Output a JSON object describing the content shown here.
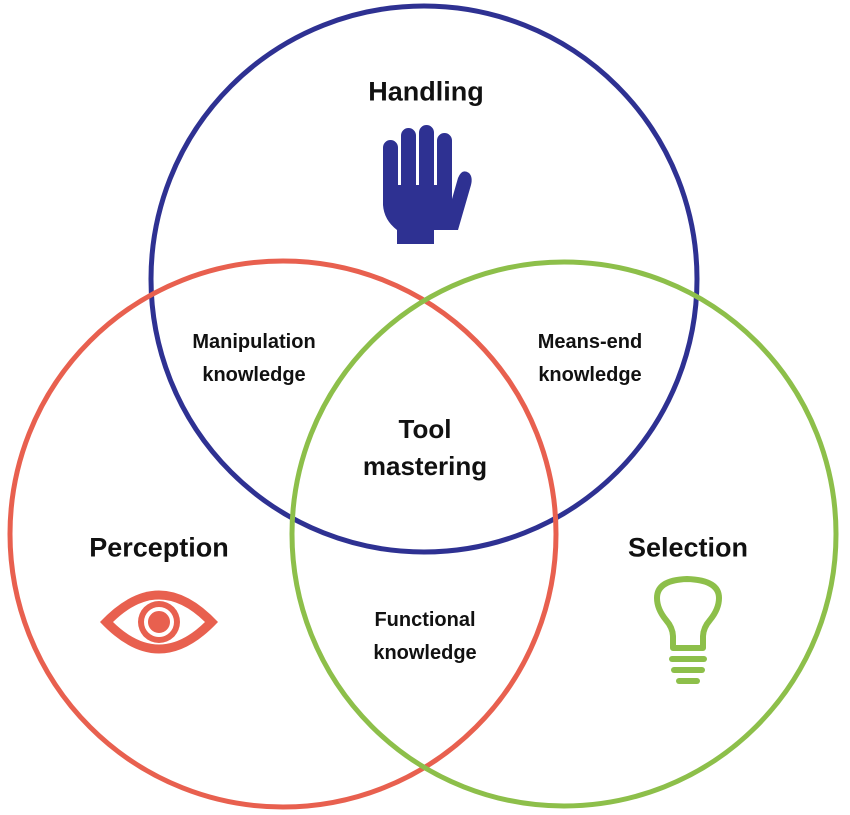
{
  "sets": {
    "handling": {
      "label": "Handling",
      "icon": "hand-icon",
      "color": "#2e3192"
    },
    "perception": {
      "label": "Perception",
      "icon": "eye-icon",
      "color": "#e8604f"
    },
    "selection": {
      "label": "Selection",
      "icon": "lightbulb-icon",
      "color": "#8dbf4a"
    }
  },
  "overlaps": {
    "handling_perception": [
      "Manipulation",
      "knowledge"
    ],
    "handling_selection": [
      "Means-end",
      "knowledge"
    ],
    "perception_selection": [
      "Functional",
      "knowledge"
    ],
    "center": [
      "Tool",
      "mastering"
    ]
  }
}
